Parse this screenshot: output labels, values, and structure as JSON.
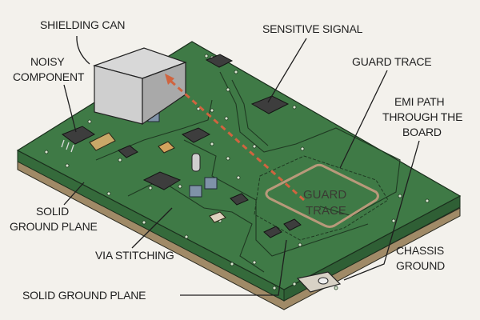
{
  "labels": {
    "shielding_can": "SHIELDING CAN",
    "noisy_component": [
      "NOISY",
      "COMPONENT"
    ],
    "sensitive_signal": "SENSITIVE SIGNAL",
    "guard_trace": "GUARD TRACE",
    "emi_path": [
      "EMI PATH",
      "THROUGH THE",
      "BOARD"
    ],
    "guard_trace_board": [
      "GUARD",
      "TRACE"
    ],
    "solid_ground_plane_left": [
      "SOLID",
      "GROUND PLANE"
    ],
    "via_stitching": "VIA STITCHING",
    "chassis_ground": [
      "CHASSIS",
      "GROUND"
    ],
    "solid_ground_plane_bottom": "SOLID GROUND PLANE"
  },
  "colors": {
    "board": "#3f7a46",
    "board_side": "#356a3b",
    "substrate": "#a08a67",
    "emi_path": "#d0643f",
    "background": "#f3f1ec"
  }
}
